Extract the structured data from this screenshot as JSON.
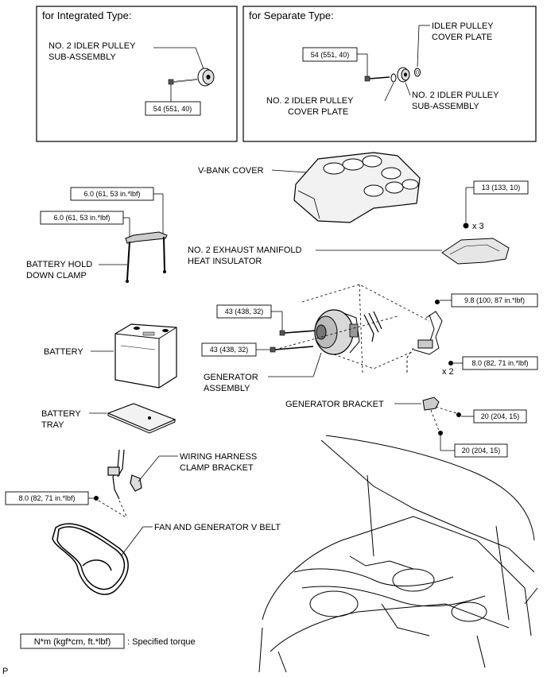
{
  "integrated": {
    "header": "for Integrated Type:",
    "pulley_label_1": "NO. 2 IDLER PULLEY",
    "pulley_label_2": "SUB-ASSEMBLY",
    "torque": "54 (551, 40)"
  },
  "separate": {
    "header": "for Separate Type:",
    "torque": "54 (551, 40)",
    "idler_cover_top_1": "IDLER PULLEY",
    "idler_cover_top_2": "COVER PLATE",
    "cover_plate_1": "NO. 2 IDLER PULLEY",
    "cover_plate_2": "COVER PLATE",
    "pulley_sub_1": "NO. 2 IDLER PULLEY",
    "pulley_sub_2": "SUB-ASSEMBLY"
  },
  "parts": {
    "vbank_cover": "V-BANK COVER",
    "heat_insulator_1": "NO. 2 EXHAUST MANIFOLD",
    "heat_insulator_2": "HEAT INSULATOR",
    "battery_clamp_1": "BATTERY HOLD",
    "battery_clamp_2": "DOWN CLAMP",
    "battery": "BATTERY",
    "generator_1": "GENERATOR",
    "generator_2": "ASSEMBLY",
    "generator_bracket": "GENERATOR BRACKET",
    "battery_tray_1": "BATTERY",
    "battery_tray_2": "TRAY",
    "wiring_bracket_1": "WIRING HARNESS",
    "wiring_bracket_2": "CLAMP BRACKET",
    "v_belt": "FAN AND GENERATOR V BELT"
  },
  "torques": {
    "clamp_top": "6.0 (61, 53 in.*lbf)",
    "clamp_mid": "6.0 (61, 53 in.*lbf)",
    "insulator": "13 (133, 10)",
    "insulator_qty": "x 3",
    "gen_bolt_1": "43 (438, 32)",
    "gen_bolt_2": "43 (438, 32)",
    "gen_nut": "9.8 (100, 87 in.*lbf)",
    "gen_terminal": "8.0 (82, 71 in.*lbf)",
    "gen_terminal_qty": "x 2",
    "bracket_1": "20 (204, 15)",
    "bracket_2": "20 (204, 15)",
    "wiring": "8.0 (82, 71 in.*lbf)"
  },
  "legend": {
    "unit": "N*m (kgf*cm, ft.*lbf)",
    "meaning": ": Specified torque"
  },
  "footer_mark": "P"
}
